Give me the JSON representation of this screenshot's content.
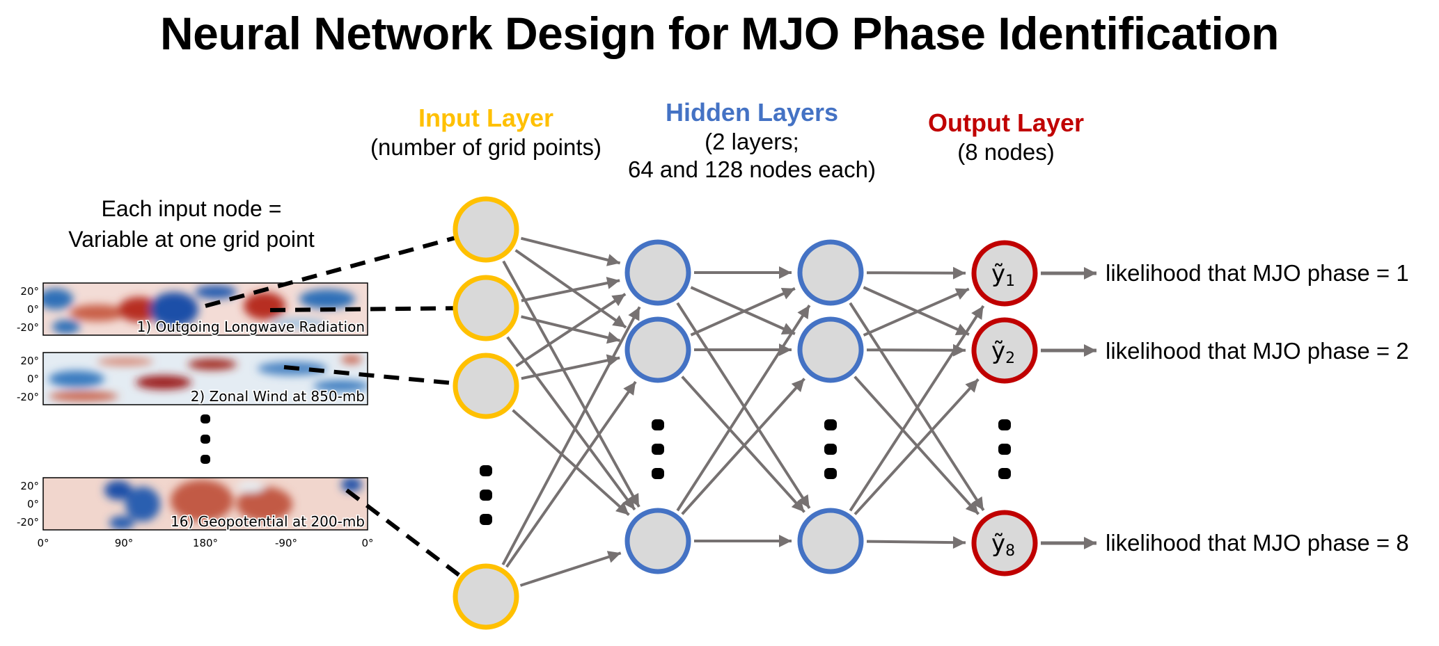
{
  "title": "Neural Network Design for MJO Phase Identification",
  "colors": {
    "input": "#FFC000",
    "hidden": "#4472C4",
    "output": "#C00000",
    "node_fill": "#D9D9D9",
    "edge": "#767171",
    "text": "#000000"
  },
  "input_note": {
    "line1": "Each input node =",
    "line2": "Variable at one grid point"
  },
  "layers": {
    "input": {
      "title": "Input Layer",
      "sub1": "(number of grid points)"
    },
    "hidden": {
      "title": "Hidden Layers",
      "sub1": "(2 layers;",
      "sub2": "64 and 128 nodes each)"
    },
    "output": {
      "title": "Output Layer",
      "sub1": "(8 nodes)"
    }
  },
  "network": {
    "input_nodes_shown": 4,
    "hidden1_nodes_shown": 3,
    "hidden2_nodes_shown": 3,
    "output_nodes": [
      {
        "symbol": "ỹ",
        "sub": "1",
        "label": "likelihood that MJO phase = 1"
      },
      {
        "symbol": "ỹ",
        "sub": "2",
        "label": "likelihood that MJO phase = 2"
      },
      {
        "symbol": "ỹ",
        "sub": "8",
        "label": "likelihood that MJO phase = 8"
      }
    ],
    "ellipsis": "⋮"
  },
  "maps": {
    "panels": [
      {
        "label": "1) Outgoing Longwave Radiation"
      },
      {
        "label": "2) Zonal Wind at 850-mb"
      },
      {
        "label": "16) Geopotential at 200-mb"
      }
    ],
    "lat_ticks": [
      "20°",
      "0°",
      "-20°"
    ],
    "lon_ticks": [
      "0°",
      "90°",
      "180°",
      "-90°",
      "0°"
    ]
  }
}
